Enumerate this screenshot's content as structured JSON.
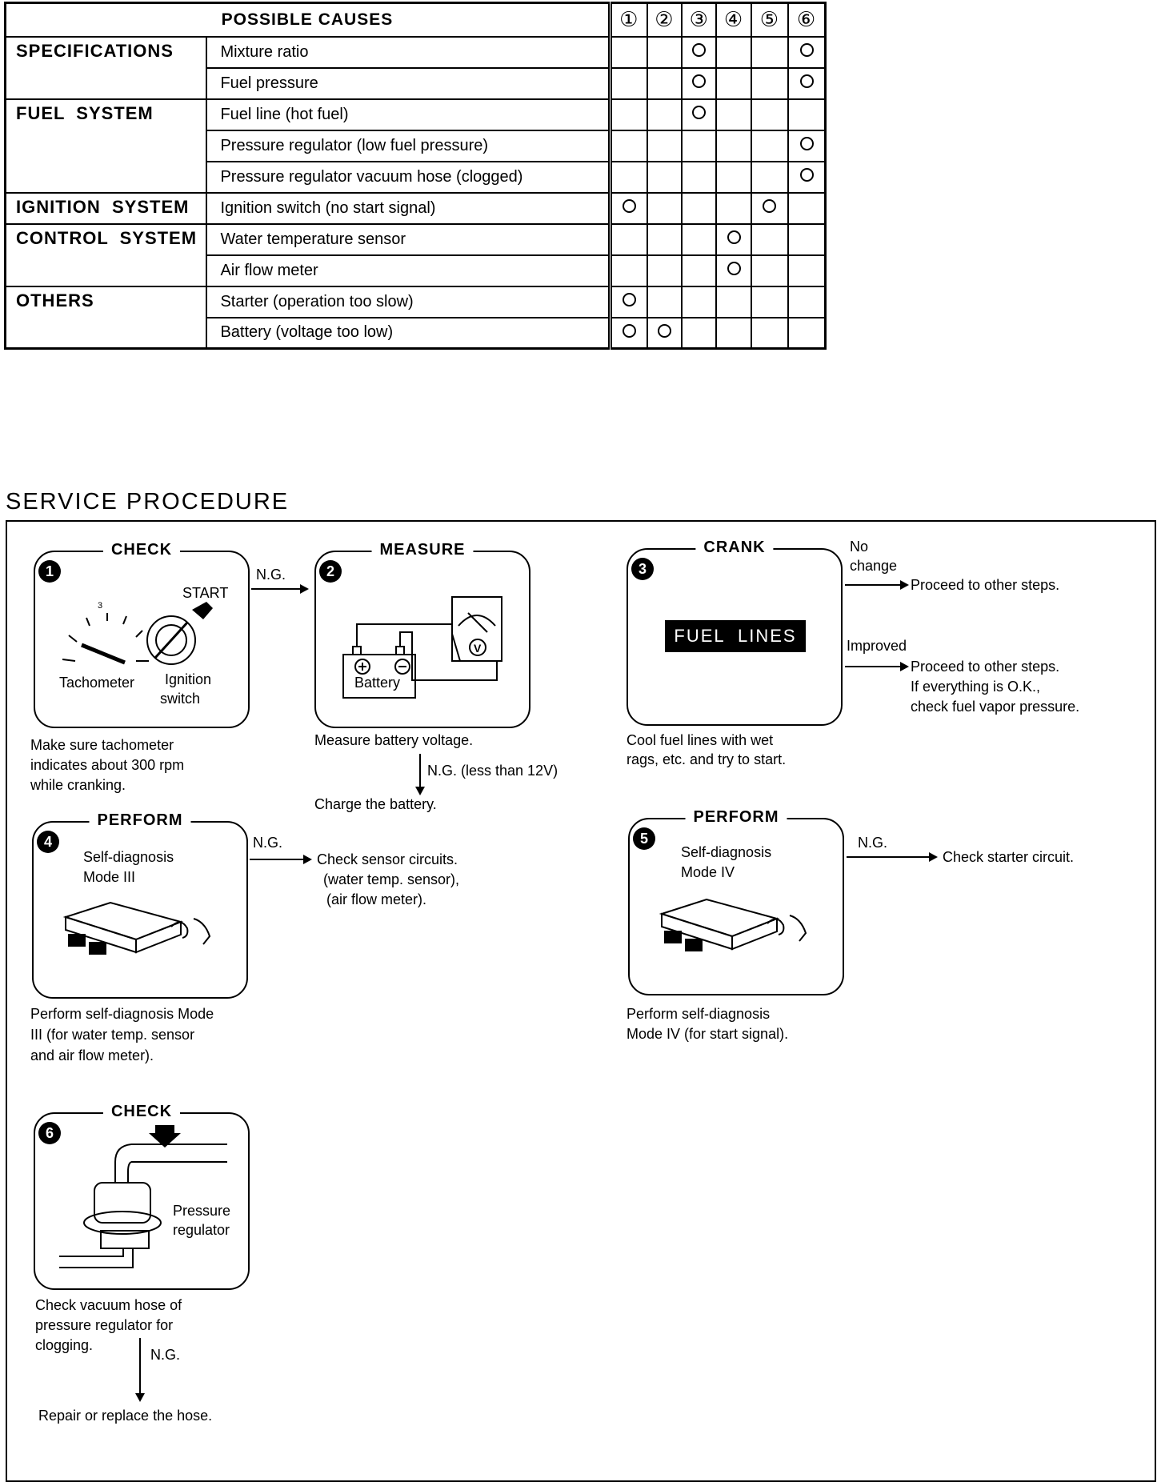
{
  "table": {
    "header": "POSSIBLE CAUSES",
    "columns": [
      "①",
      "②",
      "③",
      "④",
      "⑤",
      "⑥"
    ],
    "rows": [
      {
        "category": "SPECIFICATIONS",
        "cause": "Mixture ratio",
        "marks": [
          0,
          0,
          1,
          0,
          0,
          1
        ]
      },
      {
        "category": "",
        "cause": "Fuel pressure",
        "marks": [
          0,
          0,
          1,
          0,
          0,
          1
        ]
      },
      {
        "category": "FUEL  SYSTEM",
        "cause": "Fuel line (hot fuel)",
        "marks": [
          0,
          0,
          1,
          0,
          0,
          0
        ]
      },
      {
        "category": "",
        "cause": "Pressure regulator (low fuel pressure)",
        "marks": [
          0,
          0,
          0,
          0,
          0,
          1
        ]
      },
      {
        "category": "",
        "cause": "Pressure regulator vacuum hose (clogged)",
        "marks": [
          0,
          0,
          0,
          0,
          0,
          1
        ]
      },
      {
        "category": "IGNITION  SYSTEM",
        "cause": "Ignition switch (no start signal)",
        "marks": [
          1,
          0,
          0,
          0,
          1,
          0
        ]
      },
      {
        "category": "CONTROL  SYSTEM",
        "cause": "Water temperature sensor",
        "marks": [
          0,
          0,
          0,
          1,
          0,
          0
        ]
      },
      {
        "category": "",
        "cause": "Air flow meter",
        "marks": [
          0,
          0,
          0,
          1,
          0,
          0
        ]
      },
      {
        "category": "OTHERS",
        "cause": "Starter (operation too slow)",
        "marks": [
          1,
          0,
          0,
          0,
          0,
          0
        ]
      },
      {
        "category": "",
        "cause": "Battery (voltage too low)",
        "marks": [
          1,
          1,
          0,
          0,
          0,
          0
        ]
      }
    ]
  },
  "procedure": {
    "title": "SERVICE  PROCEDURE",
    "step1": {
      "num": "1",
      "label": "CHECK",
      "start": "START",
      "tach": "Tachometer",
      "ign1": "Ignition",
      "ign2": "switch",
      "desc1": "Make sure tachometer",
      "desc2": "indicates about 300 rpm",
      "desc3": "while cranking.",
      "ng": "N.G."
    },
    "step2": {
      "num": "2",
      "label": "MEASURE",
      "battery": "Battery",
      "volt": "V",
      "desc": "Measure battery voltage.",
      "ng": "N.G. (less than 12V)",
      "result": "Charge the battery."
    },
    "step3": {
      "num": "3",
      "label": "CRANK",
      "box": "FUEL  LINES",
      "desc1": "Cool fuel lines with wet",
      "desc2": "rags, etc. and try to start.",
      "nochange1": "No",
      "nochange2": "change",
      "proceed1": "Proceed to other steps.",
      "improved": "Improved",
      "proceed2": "Proceed to other steps.",
      "ok1": "If everything is O.K.,",
      "ok2": "check fuel vapor pressure."
    },
    "step4": {
      "num": "4",
      "label": "PERFORM",
      "mode1": "Self-diagnosis",
      "mode2": "Mode III",
      "ng": "N.G.",
      "res1": "Check sensor circuits.",
      "res2": "(water temp. sensor),",
      "res3": "(air flow meter).",
      "desc1": "Perform self-diagnosis Mode",
      "desc2": "III (for water temp. sensor",
      "desc3": "and air flow meter)."
    },
    "step5": {
      "num": "5",
      "label": "PERFORM",
      "mode1": "Self-diagnosis",
      "mode2": "Mode IV",
      "ng": "N.G.",
      "res": "Check starter circuit.",
      "desc1": "Perform self-diagnosis",
      "desc2": "Mode IV (for start signal)."
    },
    "step6": {
      "num": "6",
      "label": "CHECK",
      "pr1": "Pressure",
      "pr2": "regulator",
      "desc1": "Check vacuum hose of",
      "desc2": "pressure regulator for",
      "desc3": "clogging.",
      "ng": "N.G.",
      "result": "Repair or replace the hose."
    }
  }
}
